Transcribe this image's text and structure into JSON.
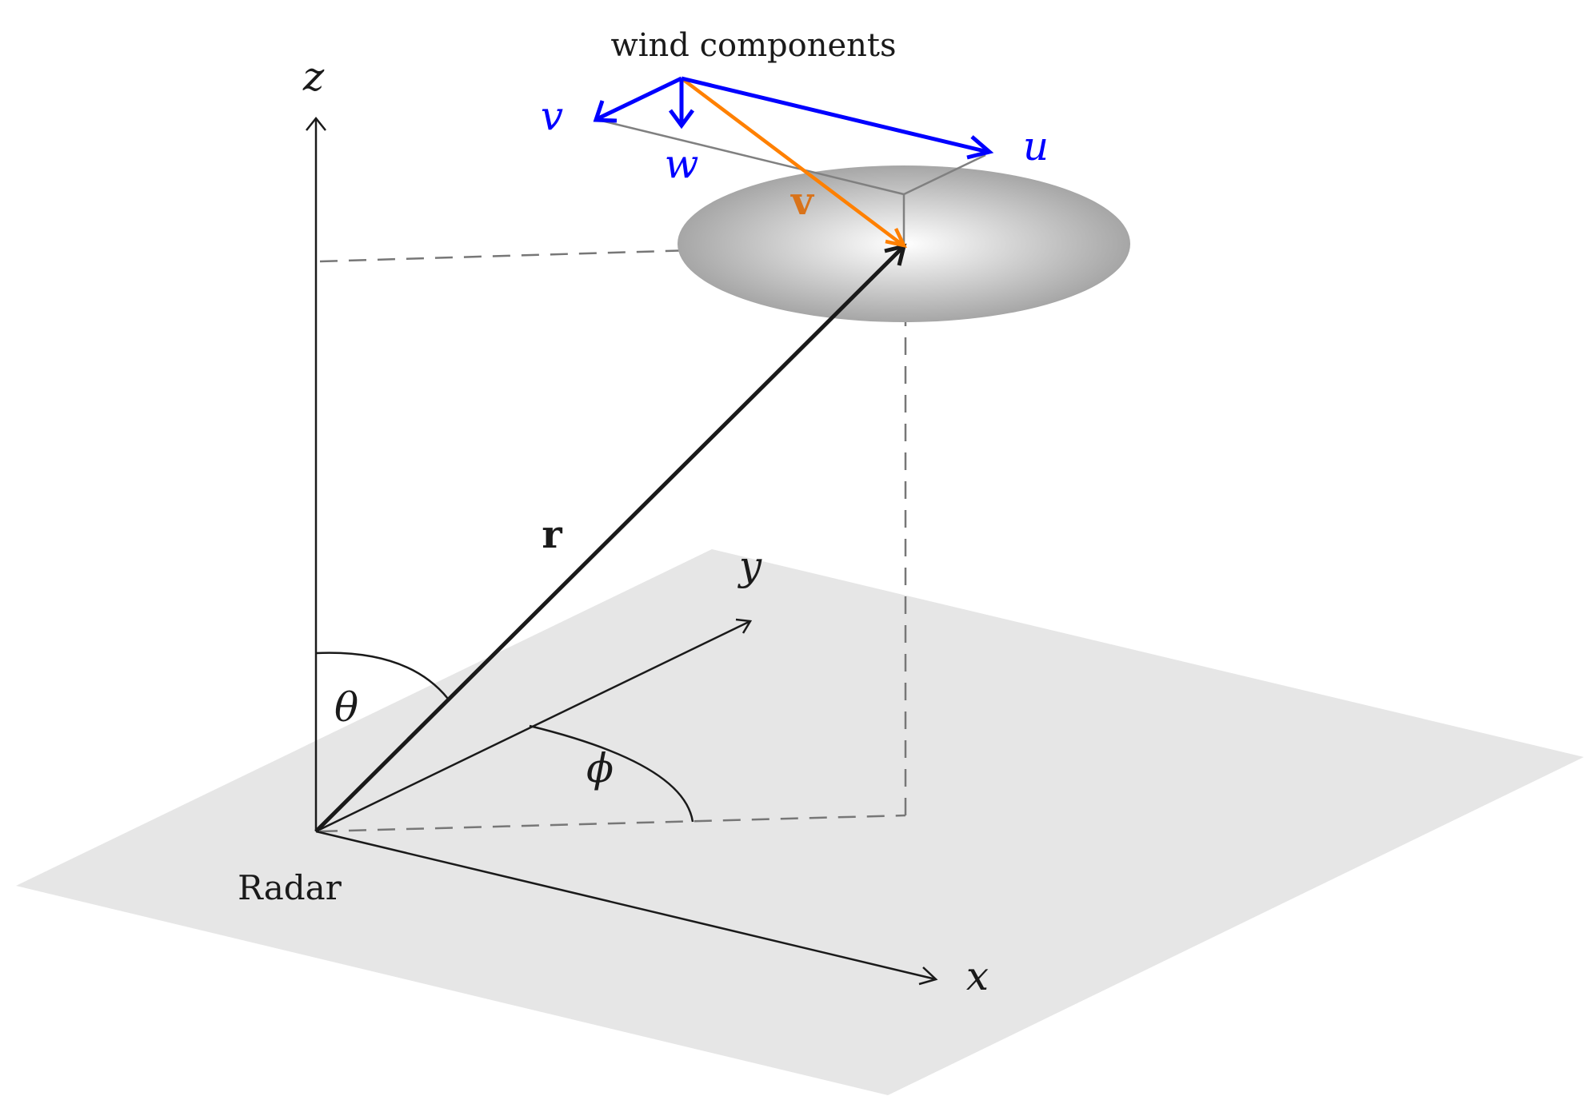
{
  "labels": {
    "title": "wind components",
    "axis_z": "z",
    "axis_y": "y",
    "axis_x": "x",
    "comp_v": "v",
    "comp_w": "w",
    "comp_u": "u",
    "wind_vector": "v",
    "range_vector": "r",
    "theta": "θ",
    "phi": "ϕ",
    "radar": "Radar"
  },
  "colors": {
    "ground_plane": "#e6e6e6",
    "axis": "#1a1a1a",
    "dashed": "#777777",
    "range_vector": "#1a1a1a",
    "components": "#0000ff",
    "wind_vector": "#ff8000",
    "wind_label": "#d9731a",
    "construction": "#808080",
    "volume_light": "#ffffff",
    "volume_dark": "#a6a6a6"
  }
}
